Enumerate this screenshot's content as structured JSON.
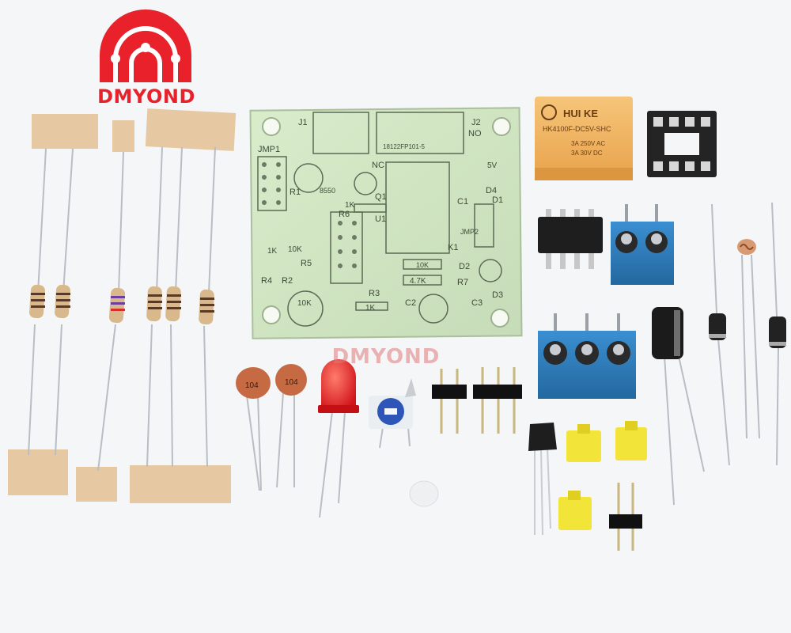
{
  "logo": {
    "wordmark": "DMYOND",
    "accent_color": "#e8212b"
  },
  "watermark": {
    "text": "DMYOND"
  },
  "pcb": {
    "labels": {
      "j1": "J1",
      "j2": "J2",
      "jmp1": "JMP1",
      "jmp2": "JMP2",
      "nc": "NC",
      "no": "NO",
      "r1": "R1",
      "r2": "R2",
      "r3": "R3",
      "r4": "R4",
      "r5": "R5",
      "r6": "R6",
      "r7": "R7",
      "q1": "Q1",
      "u1": "U1",
      "k1": "K1",
      "c1": "C1",
      "c2": "C2",
      "c3": "C3",
      "d1": "D1",
      "d2": "D2",
      "d3": "D3",
      "d4": "D4",
      "relay_code": "18122FP101-5",
      "val_10k_a": "10K",
      "val_10k_b": "10K",
      "val_10k_pot": "10K",
      "val_1k_a": "1K",
      "val_1k_b": "1K",
      "val_1k_c": "1K",
      "val_47k": "4.7K",
      "q_part": "8550",
      "pin5v": "5V"
    }
  },
  "relay": {
    "brand": "HUI KE",
    "model": "HK4100F-DC5V-SHC",
    "rating1": "3A 250V AC",
    "rating2": "3A 30V DC"
  },
  "capacitors": {
    "cap1": "104",
    "cap2": "104"
  },
  "colors": {
    "pcb": "#cfe3c1",
    "terminal_blue": "#2f7fc1",
    "jumper_yellow": "#f3e43a",
    "led_red": "#e02020",
    "relay_orange": "#f2b35c"
  }
}
